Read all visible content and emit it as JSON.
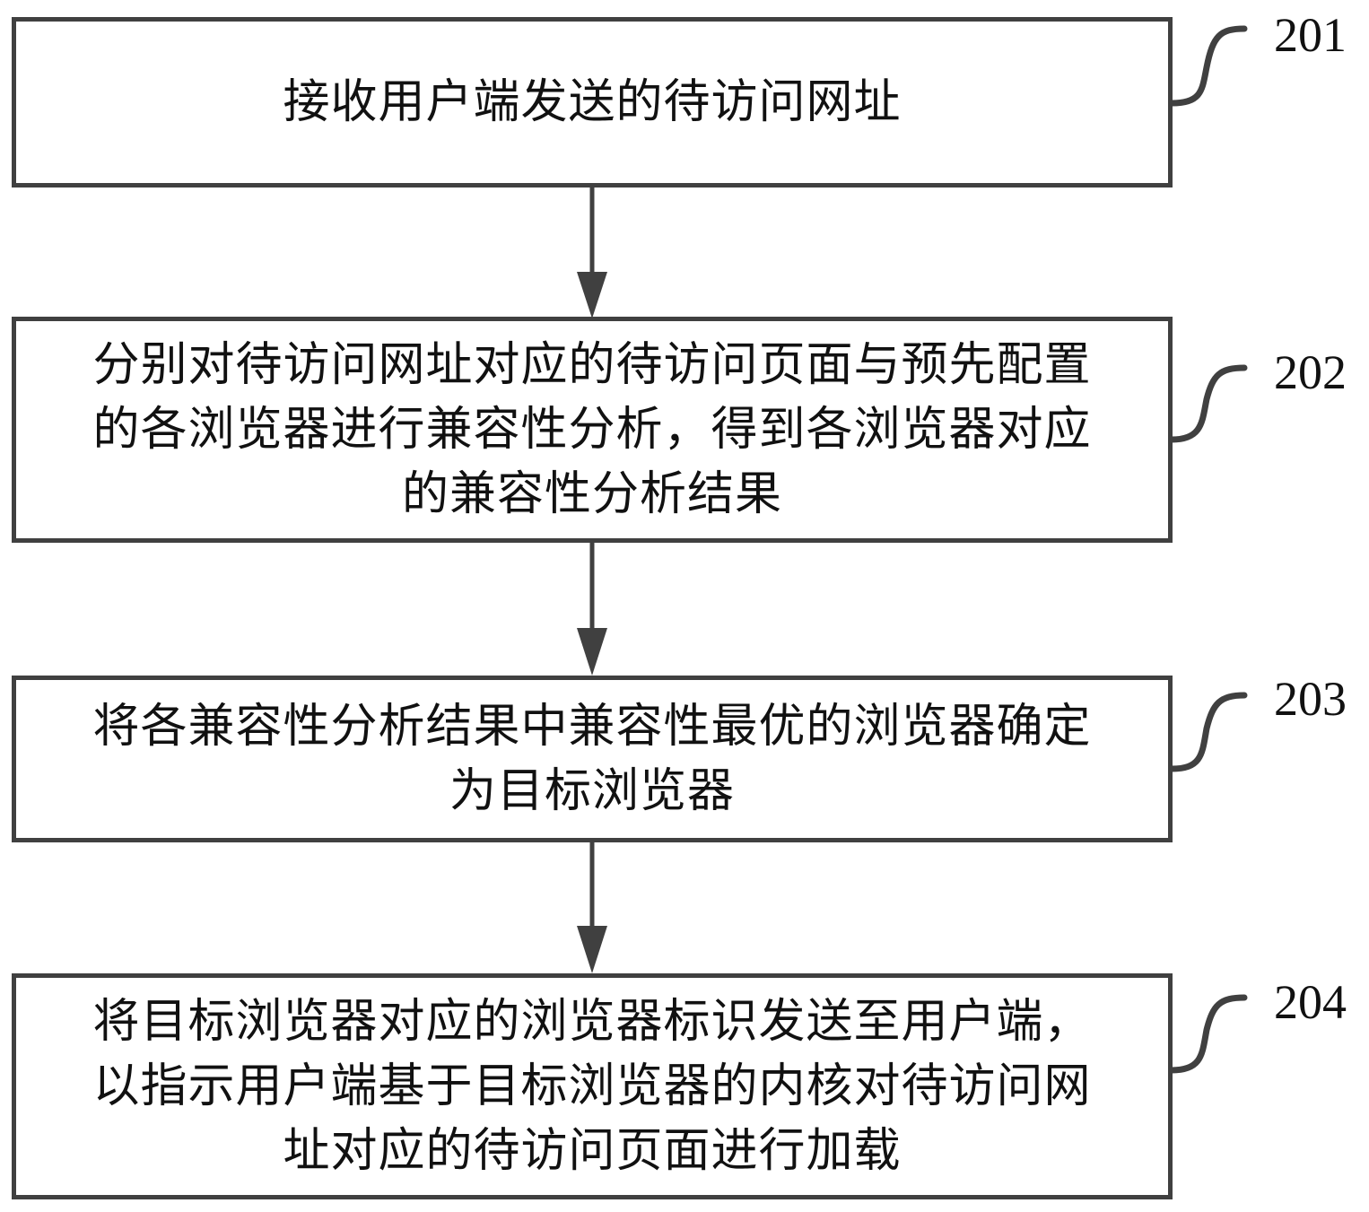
{
  "diagram": {
    "type": "flowchart",
    "direction": "top-to-bottom",
    "line_color": "#404040",
    "text_color": "#111111",
    "steps": [
      {
        "id": "201",
        "number": "201",
        "text": "接收用户端发送的待访问网址"
      },
      {
        "id": "202",
        "number": "202",
        "text": "分别对待访问网址对应的待访问页面与预先配置\n的各浏览器进行兼容性分析，得到各浏览器对应\n的兼容性分析结果"
      },
      {
        "id": "203",
        "number": "203",
        "text": "将各兼容性分析结果中兼容性最优的浏览器确定\n为目标浏览器"
      },
      {
        "id": "204",
        "number": "204",
        "text": "将目标浏览器对应的浏览器标识发送至用户端，\n以指示用户端基于目标浏览器的内核对待访问网\n址对应的待访问页面进行加载"
      }
    ],
    "edges": [
      {
        "from": "201",
        "to": "202"
      },
      {
        "from": "202",
        "to": "203"
      },
      {
        "from": "203",
        "to": "204"
      }
    ]
  }
}
